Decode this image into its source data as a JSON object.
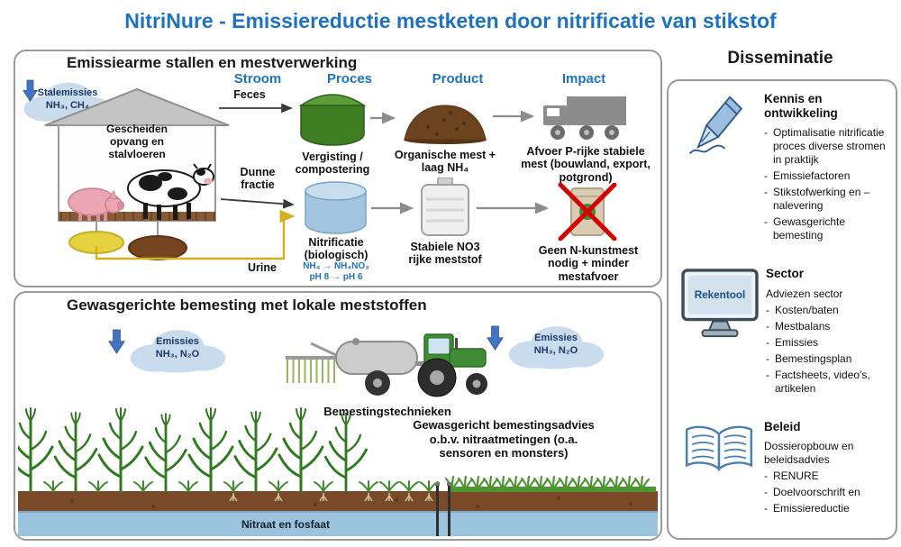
{
  "colors": {
    "accent-blue": "#1e73be",
    "arrow-blue": "#4472c4",
    "cloud-blue": "#c9dcee",
    "cloud-text": "#1f3864",
    "panel-border": "#9a9a9a",
    "tank-green": "#3f7d23",
    "tank-blue": "#a3c6e0",
    "urine-yellow": "#d4af1e",
    "soil-brown": "#7a4a28",
    "water-blue": "#9cc3dd",
    "alert-red": "#d40000"
  },
  "title": "NitriNure - Emissiereductie mestketen door nitrificatie van stikstof",
  "stallen": {
    "header": "Emissiearme stallen en mestverwerking",
    "cloud_line1": "Stalemissies",
    "cloud_line2": "NH₃, CH₄",
    "barn_text": "Gescheiden opvang en stalvloeren",
    "col_stroom": "Stroom",
    "col_proces": "Proces",
    "col_product": "Product",
    "col_impact": "Impact",
    "feces": "Feces",
    "dunne_fractie": "Dunne fractie",
    "urine": "Urine",
    "vergisting": "Vergisting / compostering",
    "nitrificatie": "Nitrificatie (biologisch)",
    "formule_1": "NH₄ → NH₄NO₃",
    "formule_2": "pH 8 → pH 6",
    "organische_mest": "Organische mest + laag NH₄",
    "stabiele_mest": "Stabiele NO3 rijke meststof",
    "afvoer": "Afvoer P-rijke stabiele mest (bouwland, export, potgrond)",
    "geen_kunstmest": "Geen N-kunstmest nodig + minder mestafvoer"
  },
  "bemesting": {
    "header": "Gewasgerichte bemesting met lokale meststoffen",
    "cloud_left_line1": "Emissies",
    "cloud_left_line2": "NH₃, N₂O",
    "cloud_right_line1": "Emissies",
    "cloud_right_line2": "NH₃, N₂O",
    "techniek": "Bemestingstechnieken",
    "advies": "Gewasgericht bemestingsadvies o.b.v. nitraatmetingen (o.a. sensoren en monsters)",
    "nitraat": "Nitraat en fosfaat"
  },
  "disseminatie": {
    "header": "Disseminatie",
    "rekentool": "Rekentool",
    "sections": [
      {
        "title": "Kennis en ontwikkeling",
        "items": [
          "Optimalisatie nitrificatie proces diverse stromen in praktijk",
          "Emissiefactoren",
          "Stikstofwerking en –nalevering",
          "Gewasgerichte bemesting"
        ]
      },
      {
        "title": "Sector",
        "intro": "Adviezen sector",
        "items": [
          "Kosten/baten",
          "Mestbalans",
          "Emissies",
          "Bemestingsplan",
          "Factsheets, video's, artikelen"
        ]
      },
      {
        "title": "Beleid",
        "intro": "Dossieropbouw en beleidsadvies",
        "items": [
          "RENURE",
          "Doelvoorschrift en",
          "Emissiereductie"
        ]
      }
    ]
  }
}
